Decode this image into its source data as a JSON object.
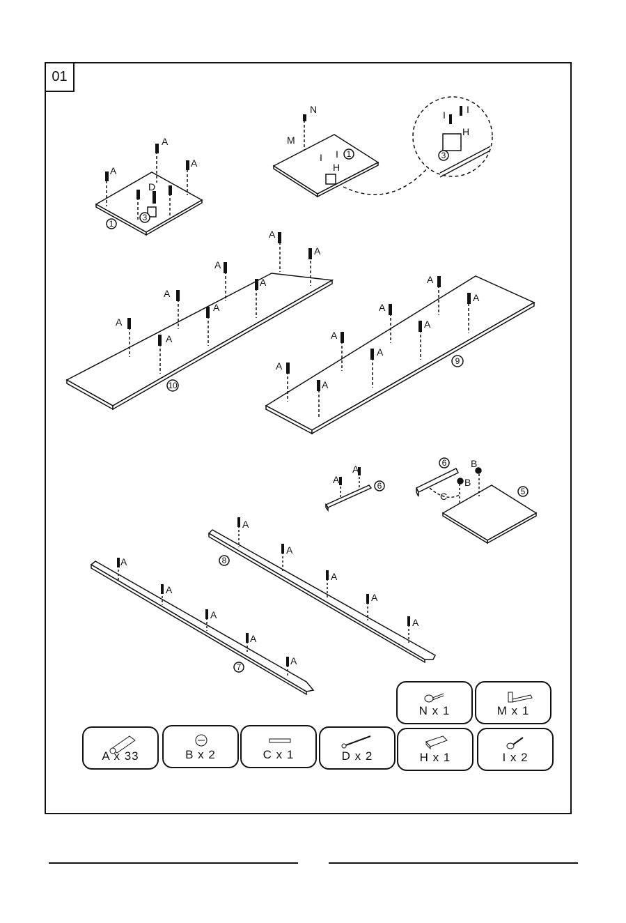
{
  "step": {
    "number": "01"
  },
  "part_labels": {
    "p1": "1",
    "p3": "3",
    "p5": "5",
    "p6": "6",
    "p7": "7",
    "p8": "8",
    "p9": "9",
    "p10": "10"
  },
  "fitting_labels": {
    "A": "A",
    "B": "B",
    "C": "C",
    "D": "D",
    "H": "H",
    "I": "I",
    "M": "M",
    "N": "N"
  },
  "hardware": {
    "row1": [
      {
        "name": "N x 1",
        "icon": "screw-icon"
      },
      {
        "name": "M x 1",
        "icon": "bracket-icon"
      }
    ],
    "row2": [
      {
        "name": "A x 33",
        "icon": "cam-bolt-icon"
      },
      {
        "name": "B x 2",
        "icon": "cam-lock-icon"
      },
      {
        "name": "C x 1",
        "icon": "dowel-icon"
      },
      {
        "name": "D x 2",
        "icon": "long-screw-icon"
      },
      {
        "name": "H x 1",
        "icon": "hinge-plate-icon"
      },
      {
        "name": "I  x 2",
        "icon": "short-screw-icon"
      }
    ]
  }
}
